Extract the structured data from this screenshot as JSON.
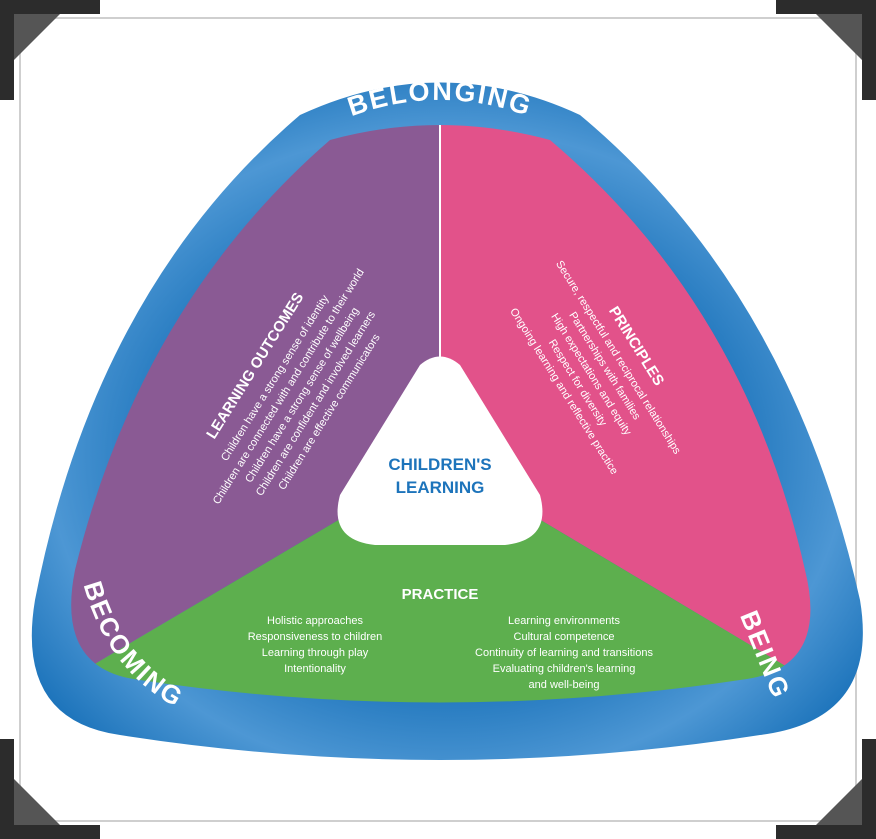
{
  "ring": {
    "top_label": "BELONGING",
    "left_label": "BECOMING",
    "right_label": "BEING"
  },
  "center": {
    "line1": "CHILDREN'S",
    "line2": "LEARNING"
  },
  "learning_outcomes": {
    "title": "LEARNING OUTCOMES",
    "items": [
      "Children have a strong sense of identity",
      "Children are connected with and contribute to their world",
      "Children have a strong sense of wellbeing",
      "Children are confident and involved learners",
      "Children are effective communicators"
    ]
  },
  "principles": {
    "title": "PRINCIPLES",
    "items": [
      "Secure, respectful and reciprocal relationships",
      "Partnerships with families",
      "High expectations and equity",
      "Respect for diversity",
      "Ongoing learning and reflective practice"
    ]
  },
  "practice": {
    "title": "PRACTICE",
    "left_items": [
      "Holistic approaches",
      "Responsiveness to children",
      "Learning through play",
      "Intentionality"
    ],
    "right_items": [
      "Learning environments",
      "Cultural competence",
      "Continuity of learning and transitions",
      "Evaluating children's learning",
      "and well-being"
    ]
  },
  "colors": {
    "ring": "#1d74bb",
    "ring_light": "#5fa3da",
    "purple": "#8a5a94",
    "pink": "#e2528a",
    "green": "#5daf4e",
    "text_white": "#ffffff",
    "center_text": "#1d74bb"
  }
}
